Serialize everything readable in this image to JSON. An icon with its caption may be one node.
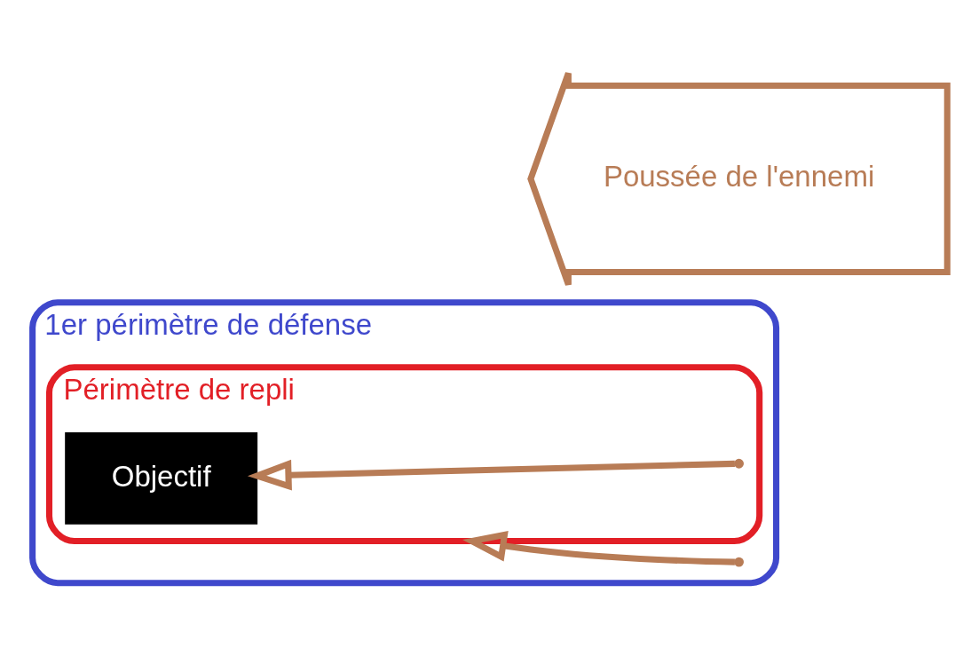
{
  "diagram": {
    "nodes": [
      {
        "text": [
          "1er périmètre de défense"
        ]
      },
      {
        "text": [
          "Périmètre de repli"
        ],
        "in": 0
      },
      {
        "text": [
          "Objectif"
        ],
        "in": 1
      },
      {
        "text": [
          "Poussée de l'ennemi"
        ]
      }
    ],
    "edges": [
      {
        "from": null,
        "to": 1,
        "arrow": "to"
      },
      {
        "from": null,
        "to": 2,
        "arrow": "to"
      }
    ]
  }
}
